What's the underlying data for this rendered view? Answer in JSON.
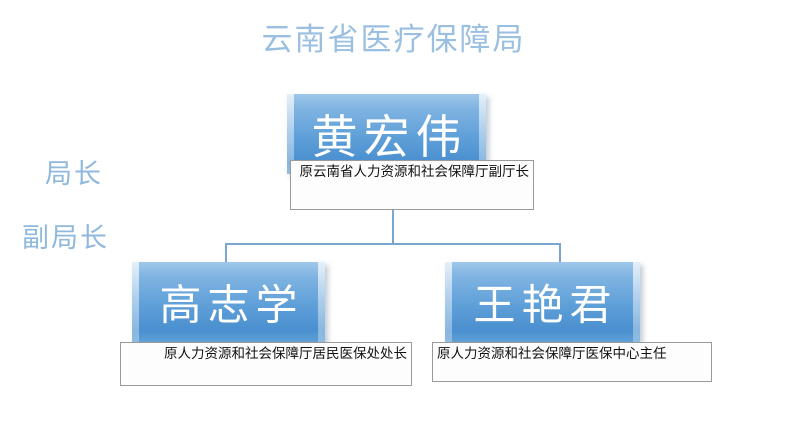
{
  "chart": {
    "title": "云南省医疗保障局",
    "title_color": "#9bbfe0",
    "node_fill_color": "#5e9fd8",
    "connector_color": "#7aa6ce"
  },
  "role_labels": [
    {
      "label": "局长"
    },
    {
      "label": "副局长"
    }
  ],
  "nodes": {
    "top": {
      "name": "黄宏伟",
      "caption": "原云南省人力资源和社会保障厅副厅长"
    },
    "left": {
      "name": "高志学",
      "caption": "原人力资源和社会保障厅居民医保处处长"
    },
    "right": {
      "name": "王艳君",
      "caption": "原人力资源和社会保障厅医保中心主任"
    }
  }
}
